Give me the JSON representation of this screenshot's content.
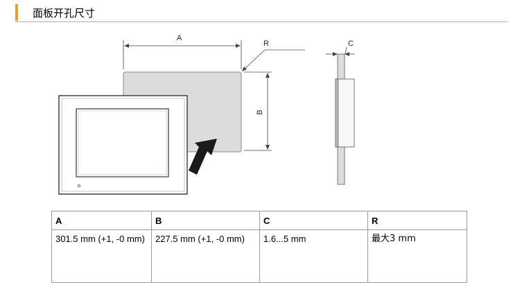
{
  "header": {
    "title": "面板开孔尺寸"
  },
  "figure": {
    "label_a": "A",
    "label_b": "B",
    "label_c": "C",
    "label_r": "R"
  },
  "table": {
    "headers": [
      "A",
      "B",
      "C",
      "R"
    ],
    "values": [
      "301.5 mm (+1, -0 mm)",
      "227.5 mm (+1, -0 mm)",
      "1.6...5 mm",
      "最大3 mm"
    ]
  },
  "colors": {
    "accent": "#f0a020",
    "cutout_fill": "#dcdcdc",
    "bezel_border": "#4a3a5a"
  }
}
